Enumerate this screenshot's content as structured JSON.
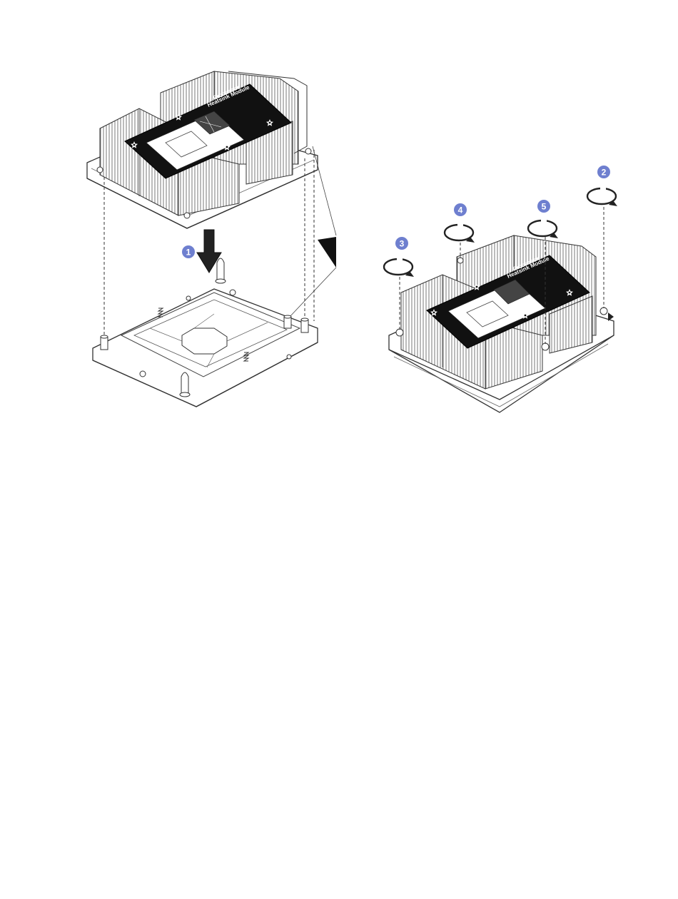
{
  "figure": {
    "background": "#ffffff",
    "line_color": "#444444",
    "callout_color": "#6e7fcf"
  },
  "module_label": {
    "title_line1": "Processor",
    "title_line2": "Heatsink Module"
  },
  "callouts": [
    "1",
    "2",
    "3",
    "4",
    "5"
  ],
  "icons": {
    "install_arrow": "down-arrow-icon",
    "rotation": "clockwise-rotation-icon",
    "star": "torx-star-icon",
    "corner_arrow": "triangle-pointer-icon"
  }
}
